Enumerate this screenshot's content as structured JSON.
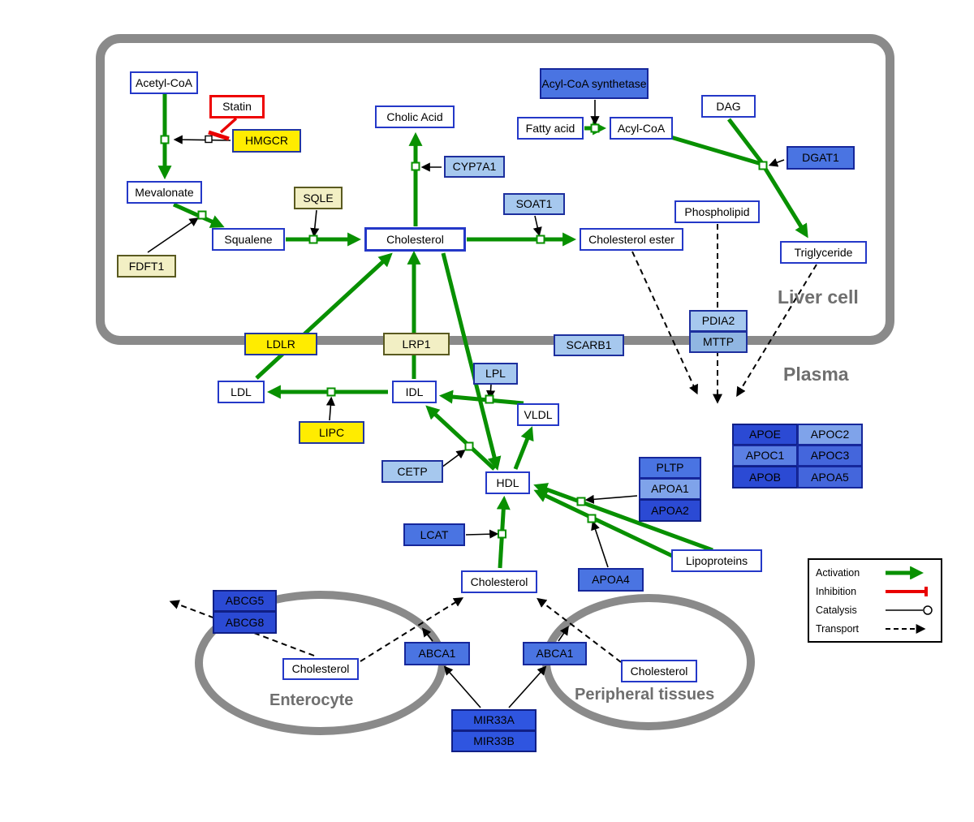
{
  "compartments": {
    "liver_cell": "Liver cell",
    "plasma": "Plasma",
    "enterocyte": "Enterocyte",
    "peripheral_tissues": "Peripheral tissues"
  },
  "nodes": {
    "acetyl_coa": "Acetyl-CoA",
    "statin": "Statin",
    "hmgcr": "HMGCR",
    "mevalonate": "Mevalonate",
    "fdft1": "FDFT1",
    "squalene": "Squalene",
    "sqle": "SQLE",
    "cholesterol_liver": "Cholesterol",
    "cholic_acid": "Cholic Acid",
    "cyp7a1": "CYP7A1",
    "soat1": "SOAT1",
    "cholesterol_ester": "Cholesterol ester",
    "acyl_coa_synthetase": "Acyl-CoA synthetase",
    "fatty_acid": "Fatty acid",
    "acyl_coa2": "Acyl-CoA",
    "dag": "DAG",
    "dgat1": "DGAT1",
    "phospholipid": "Phospholipid",
    "triglyceride": "Triglyceride",
    "ldlr": "LDLR",
    "lrp1": "LRP1",
    "scarb1": "SCARB1",
    "pdia2": "PDIA2",
    "mttp": "MTTP",
    "ldl": "LDL",
    "idl": "IDL",
    "lpl": "LPL",
    "vldl": "VLDL",
    "lipc": "LIPC",
    "cetp": "CETP",
    "hdl": "HDL",
    "pltp": "PLTP",
    "apoa1": "APOA1",
    "apoa2": "APOA2",
    "apoe": "APOE",
    "apoc2": "APOC2",
    "apoc1": "APOC1",
    "apoc3": "APOC3",
    "apob": "APOB",
    "apoa5": "APOA5",
    "lcat": "LCAT",
    "apoa4": "APOA4",
    "lipoproteins": "Lipoproteins",
    "cholesterol_plasma": "Cholesterol",
    "abcg5": "ABCG5",
    "abcg8": "ABCG8",
    "cholesterol_enterocyte": "Cholesterol",
    "abca1_enterocyte": "ABCA1",
    "abca1_peripheral": "ABCA1",
    "cholesterol_peripheral": "Cholesterol",
    "mir33a": "MIR33A",
    "mir33b": "MIR33B"
  },
  "legend": {
    "activation": "Activation",
    "inhibition": "Inhibition",
    "catalysis": "Catalysis",
    "transport": "Transport"
  },
  "colors": {
    "activation_green": "#089000",
    "inhibition_red": "#e90000",
    "membrane_gray": "#8a8a8a",
    "metabolite_border_blue": "#2438c8",
    "enzyme_yellow": "#ffec00",
    "enzyme_pale_yellow": "#f2efc4"
  }
}
